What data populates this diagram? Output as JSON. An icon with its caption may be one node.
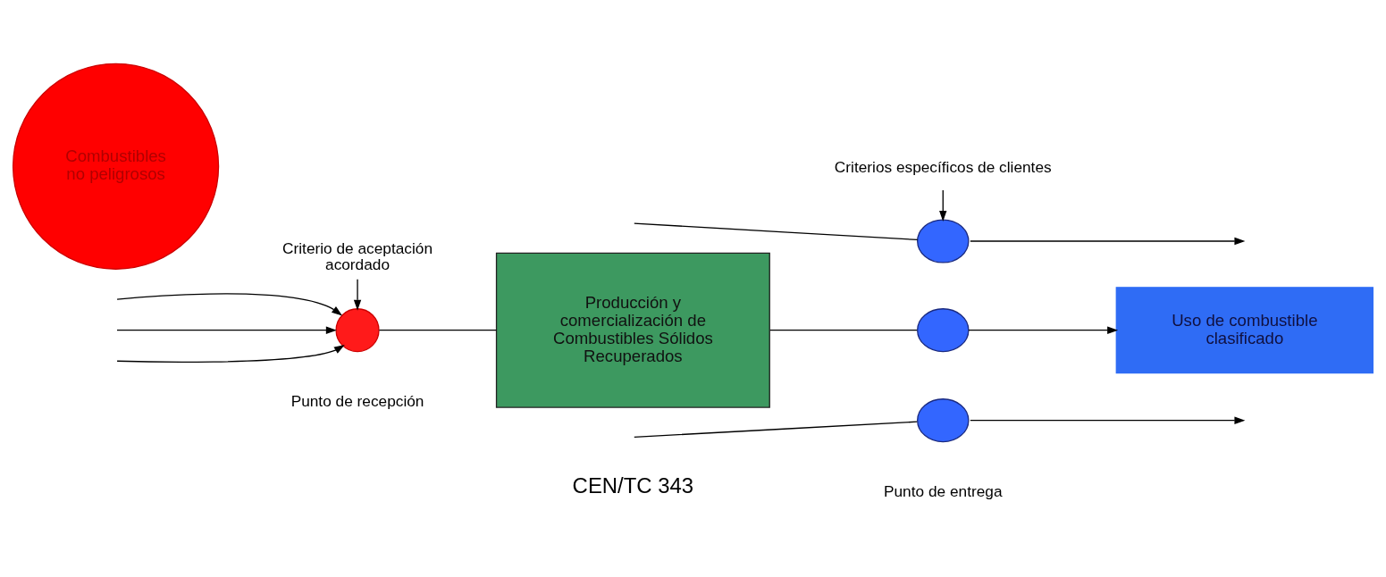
{
  "diagram": {
    "nodes": [
      {
        "text": [
          "Criterio de aceptación acordado"
        ]
      },
      {
        "text": [
          "Criterios específicos de clientes"
        ]
      },
      {
        "text": [
          "Combustibles no peligrosos"
        ]
      },
      {
        "text": [],
        "shape": "circle"
      },
      {
        "text": [
          "Producción y comercialización de Combustibles Sólidos Recuperados"
        ]
      },
      {
        "text": [],
        "shape": "circle"
      },
      {
        "text": [],
        "shape": "circle"
      },
      {
        "text": [],
        "shape": "circle"
      },
      {
        "text": [
          "Uso de combustible clasificado"
        ]
      }
    ],
    "edges": [
      {
        "from": 0,
        "to": 3,
        "arrow": "to"
      },
      {
        "from": null,
        "to": 3,
        "arrow": "to"
      },
      {
        "from": null,
        "to": 3,
        "arrow": "to"
      },
      {
        "from": null,
        "to": 3,
        "arrow": "to"
      },
      {
        "from": 3,
        "to": 4,
        "arrow": "none"
      },
      {
        "from": 1,
        "to": 5,
        "arrow": "to"
      },
      {
        "from": null,
        "to": 5,
        "arrow": "none"
      },
      {
        "from": 4,
        "to": 6,
        "arrow": "none"
      },
      {
        "from": null,
        "to": 7,
        "arrow": "none"
      },
      {
        "from": 5,
        "to": null,
        "arrow": "to"
      },
      {
        "from": 6,
        "to": 8,
        "arrow": "to"
      },
      {
        "from": 7,
        "to": null,
        "arrow": "to"
      }
    ],
    "labels": [
      "Punto de recepción",
      "Punto de entrega",
      "CEN/TC 343"
    ]
  }
}
